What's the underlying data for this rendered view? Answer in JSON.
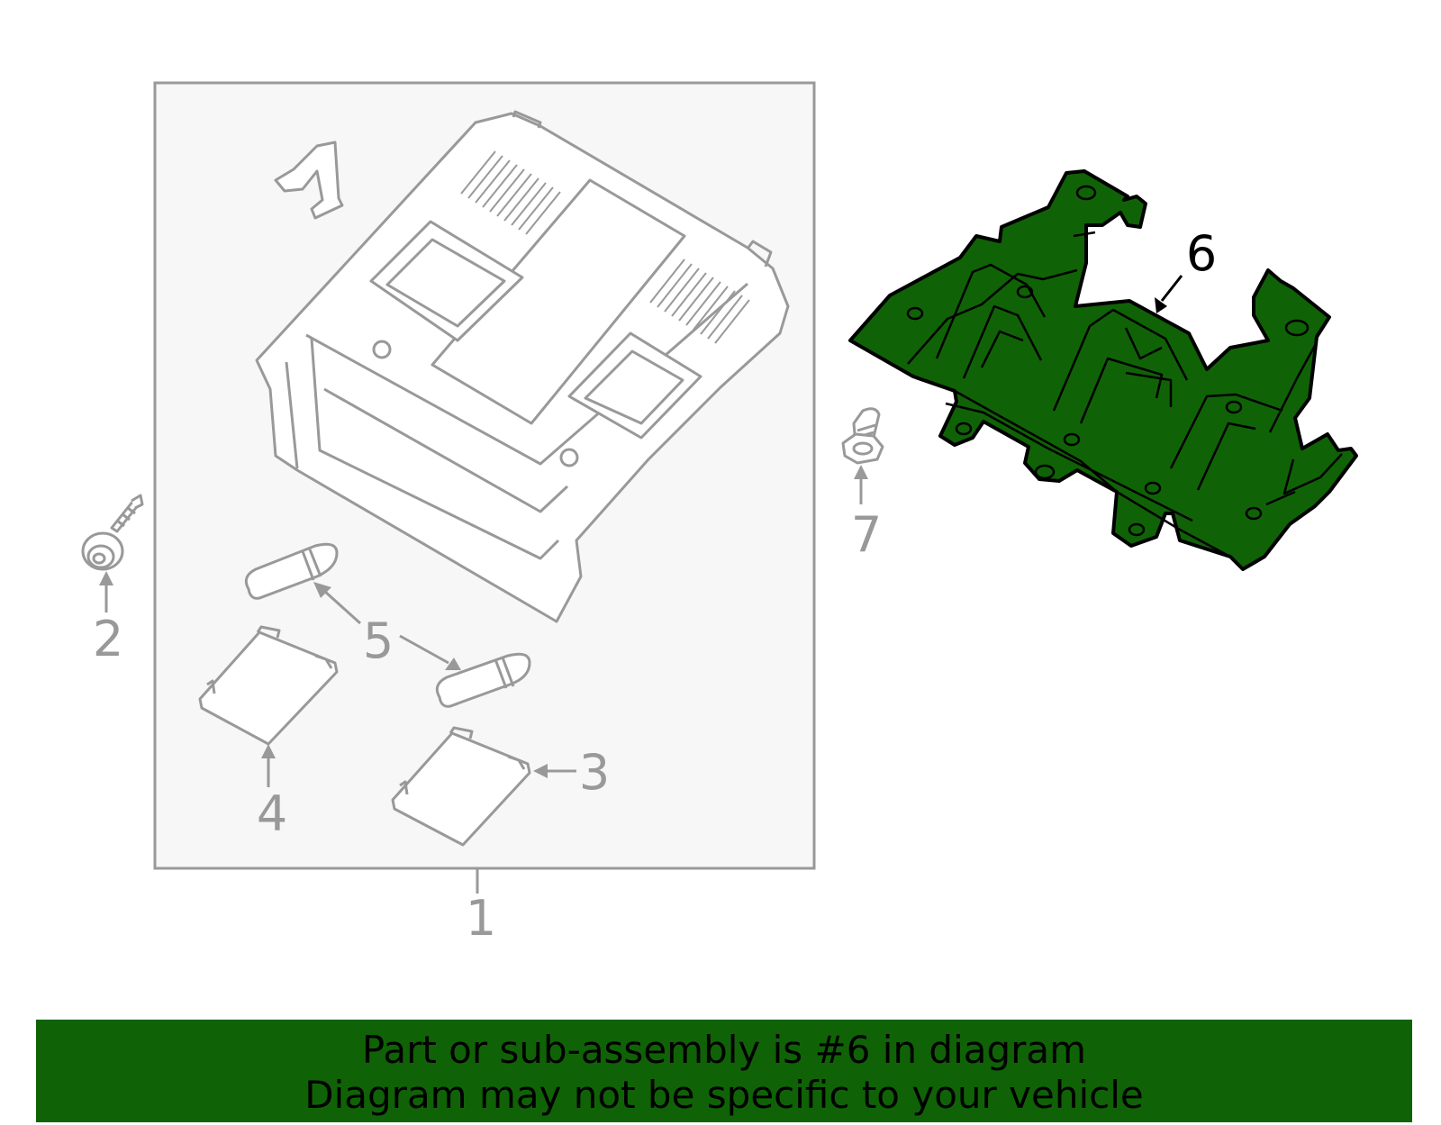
{
  "colors": {
    "highlight_fill": "#106206",
    "highlight_stroke": "#000000",
    "part_stroke": "#999999",
    "box_fill": "#f7f7f7",
    "callout_gray": "#999999",
    "callout_highlight": "#000000",
    "footer_bg": "#106206",
    "footer_text": "#000000"
  },
  "callouts": {
    "c1": "1",
    "c2": "2",
    "c3": "3",
    "c4": "4",
    "c5": "5",
    "c6": "6",
    "c7": "7"
  },
  "highlighted_part": "6",
  "footer": {
    "line1": "Part or sub-assembly is #6 in diagram",
    "line2": "Diagram may not be specific to your vehicle"
  }
}
